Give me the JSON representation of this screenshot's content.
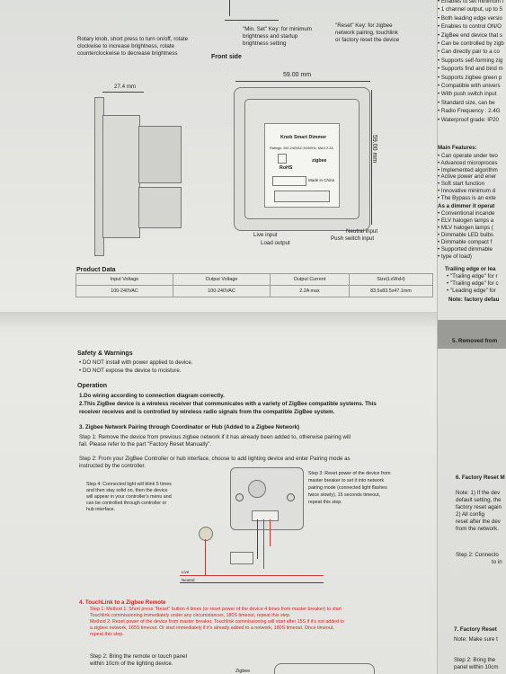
{
  "top": {
    "knob_caption": [
      "Rotary knob, short press to turn on/off, rotate",
      "clockwise to increase brightness, rotate",
      "counterclockwise to decrease brightness"
    ],
    "min_set_caption": [
      "\"Min. Set\" Key: for minimum",
      "brightness and startup",
      "brightness setting"
    ],
    "reset_caption": [
      "\"Reset\" Key: for zigbee",
      "network pairing, touchlink",
      "or factory reset the device"
    ],
    "front_side": "Front side",
    "width_dim": "59.00 mm",
    "height_dim": "59.00 mm",
    "depth_dim": "27.4 mm",
    "sticker_title": "Knob Smart Dimmer",
    "sticker_ratings": "Ratings: 100-240VAC,50/60Hz, MAX:2.2A",
    "sticker_brand": "zigbee",
    "sticker_rohs": "RoHS",
    "sticker_origin": "Made in China",
    "labels_left": [
      "Live input",
      "Load output"
    ],
    "labels_right": [
      "Neutral input",
      "Push switch input"
    ]
  },
  "right_column": {
    "lines": [
      "Enables to set minimum l",
      "1 channel output, up to 5",
      "Both leading edge versio",
      "Enables to control ON/O",
      "ZigBee end device that s",
      "Can be controlled by zigb",
      "Can directly pair to a co",
      "Supports self-forming zig",
      "Supports find and bind m",
      "Supports zigbee green p",
      "Compatible with univers",
      "With push switch input",
      "Standard size, can be",
      "Radio Frequency : 2.4G",
      "Waterproof grade: IP20"
    ],
    "features_title": "Main Features:",
    "features": [
      "Can operate under two",
      "Advanced microproces",
      "Implemented algorithm",
      "Active power and ener",
      "Soft start function",
      "Innovative minimum d",
      "The Bypass is an exte"
    ],
    "dimmer_title": "As a dimmer it operat",
    "dimmer_items": [
      "Conventional incande",
      "ELV halogen lamps a",
      "MLV halogen lamps (",
      "Dimmable LED bulbs",
      "Dimmable compact f",
      "Supported dimmable",
      "type of load)"
    ],
    "trailing_title": "Trailing edge or lea",
    "trailing_items": [
      "\"Trailing edge\" for r",
      "\"Trailing edge\" for c",
      "\"Leading edge\" for"
    ],
    "note": "Note: factory defau",
    "removed": "5. Removed from",
    "factory_reset": "6. Factory Reset M",
    "note2_lines": [
      "Note: 1) If the dev",
      "default setting, the",
      "factory reset again",
      "2) All config",
      "reset after the dev",
      "from the network."
    ],
    "step2": [
      "Step 2: Connecto",
      "to in"
    ],
    "factory_reset2": "7. Factory Reset",
    "note3": "Note: Make sure t",
    "step2b": [
      "Step 2: Bring the",
      "panel within 10cm"
    ]
  },
  "product": {
    "title": "Product Data",
    "headers": [
      "Input Voltage",
      "Output Voltage",
      "Output Current",
      "Size(LxWxH)"
    ],
    "values": [
      "100-240VAC",
      "100-240VAC",
      "2.2A max",
      "83.5x83.5x47.1mm"
    ]
  },
  "safety": {
    "title": "Safety & Warnings",
    "items": [
      "DO NOT install with power applied to device.",
      "DO NOT expose the device to moisture."
    ]
  },
  "operation": {
    "title": "Operation",
    "lines": [
      "1.Do wiring according to connection diagram correctly.",
      "2.This ZigBee device is a wireless receiver that communicates with a variety of ZigBee compatible systems. This",
      "receiver receives and is controlled by wireless radio signals from the compatible ZigBee system."
    ],
    "pairing_title": "3. Zigbee Network Pairing through Coordinator or Hub (Added to a Zigbee Network)",
    "step1": [
      "Step 1: Remove the device from previous zigbee network if it has already been added to, otherwise pairing will",
      "fail. Please refer to the part \"Factory Reset Manually\"."
    ],
    "step2": [
      "Step 2: From your ZigBee Controller or hub interface, choose to add lighting device and enter Pairing mode as",
      "instructed by the controller."
    ],
    "step3": [
      "Step 3: Reset power of the device from",
      "master breaker to set it into network",
      "pairing mode (connected light flashes",
      "twice slowly), 15 seconds timeout,",
      "repeat this step."
    ],
    "step4": [
      "Step 4: Connected light will blink 5 times",
      "and then stay solid on, then the device",
      "will appear in your controller's menu and",
      "can be controlled through controller or",
      "hub interface."
    ],
    "live": "Live",
    "neutral": "Neutral",
    "touchlink_title": "4. TouchLink to a Zigbee Remote",
    "touchlink_lines": [
      "Step 1: Method 1: Short press \"Reset\" button 4 times (or reset power of the device 4 times from master breaker) to start",
      "Touchlink commissioning immediately under any circumstances, 180S timeout, repeat this step.",
      "Method 2: Reset power of the device from master breaker, Touchlink commissioning will start after 15S if it's not added to",
      "a zigbee network, 165S timeout. Or start immediately if it's already added to a network, 180S timeout. Once timeout,",
      "repeat this step."
    ],
    "remote_step2": [
      "Step 2: Bring the remote or touch panel",
      "within 10cm of the lighting device."
    ],
    "zigbee_small": "Zigbee"
  }
}
